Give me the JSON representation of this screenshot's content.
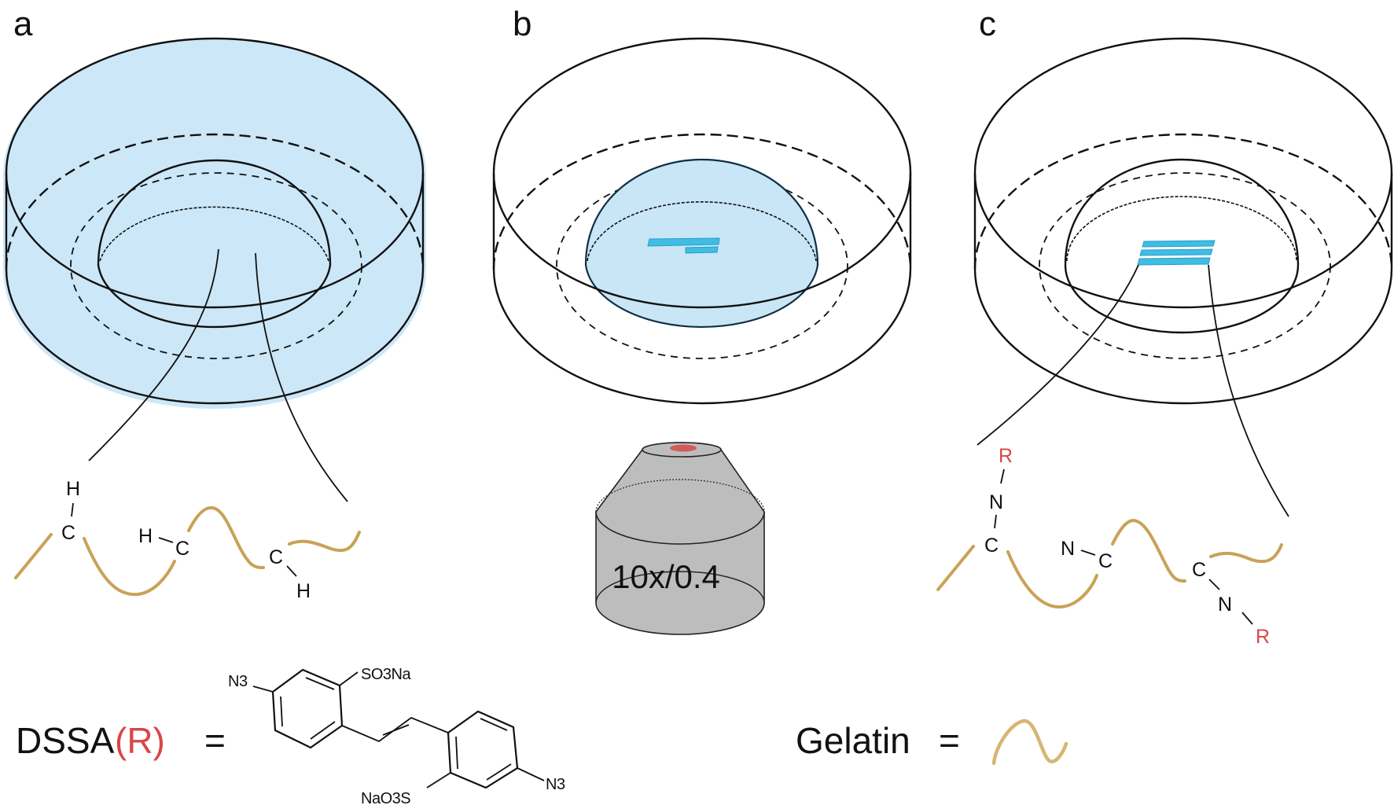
{
  "figure": {
    "colors": {
      "medium_fill": "#cce7f7",
      "hydrogel_stripe": "#3fbde3",
      "gelatin": "#c9a257",
      "dssa_label": "#d9464a",
      "objective_body": "#bdbdbd",
      "laser_spot": "#d25a5a"
    },
    "panels": [
      {
        "letter": "a",
        "description": "Dish filled with gelatin + DSSA solution; zoom shows gelatin chains with C-H groups",
        "atoms": {
          "h1": "H",
          "c1": "C",
          "h2": "H",
          "c2": "C",
          "c3": "C",
          "h3": "H"
        }
      },
      {
        "letter": "b",
        "description": "Droplet under microscope objective; laser writes structures",
        "objective_label": "10x/0.4"
      },
      {
        "letter": "c",
        "description": "Written structures remain; zoom shows gelatin chains crosslinked via DSSA (R) nitrene insertion",
        "atoms": {
          "r1": "R",
          "n1": "N",
          "c1": "C",
          "n2": "N",
          "c2": "C",
          "c3": "C",
          "n3": "N",
          "r3": "R"
        }
      }
    ],
    "legend": {
      "dssa": {
        "name": "DSSA",
        "symbol": "(R)",
        "equals": "=",
        "groups": {
          "n3_left": "N3",
          "so3na": "SO3Na",
          "nao3s": "NaO3S",
          "n3_right": "N3"
        }
      },
      "gelatin": {
        "name": "Gelatin",
        "equals": "="
      }
    }
  }
}
